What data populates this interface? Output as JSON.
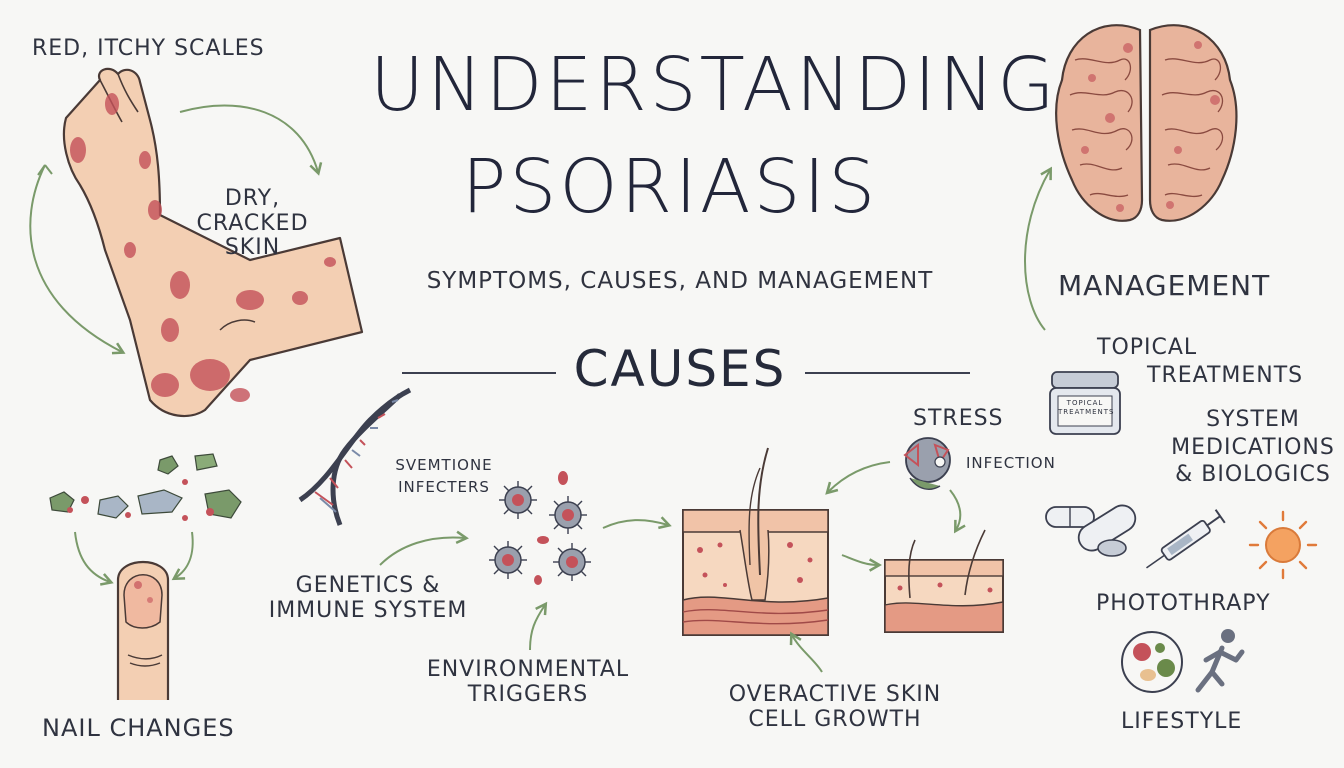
{
  "title": {
    "line1": "UNDERSTANDING",
    "line2": "PSORIASIS"
  },
  "subtitle": "SYMPTOMS, CAUSES, AND MANAGEMENT",
  "sections": {
    "causes": "CAUSES",
    "management": "MANAGEMENT"
  },
  "symptoms": {
    "red_itchy": "RED, ITCHY SCALES",
    "dry_cracked": [
      "DRY,",
      "CRACKED",
      "SKIN"
    ],
    "nail_changes": "NAIL CHANGES"
  },
  "causes": {
    "genetics": [
      "GENETICS &",
      "IMMUNE SYSTEM"
    ],
    "environmental": [
      "ENVIRONMENTAL",
      "TRIGGERS"
    ],
    "infecters": [
      "SVEMTIONE",
      "INFECTERS"
    ],
    "stress": "STRESS",
    "infection": "INFECTION",
    "overactive": [
      "OVERACTIVE SKIN",
      "CELL GROWTH"
    ]
  },
  "management": {
    "topical": [
      "TOPICAL",
      "TREATMENTS"
    ],
    "jar_label": [
      "TOPICAL",
      "TREATMENTS"
    ],
    "system": [
      "SYSTEM",
      "MEDICATIONS",
      "& BIOLOGICS"
    ],
    "phototherapy": "PHOTOTHRAPY",
    "lifestyle": "LIFESTYLE"
  },
  "colors": {
    "ink": "#2b2f3a",
    "arrow": "#7a9a6a",
    "skin": "#f3cfb3",
    "lesion": "#c4525a",
    "brain": "#e8b49c"
  }
}
